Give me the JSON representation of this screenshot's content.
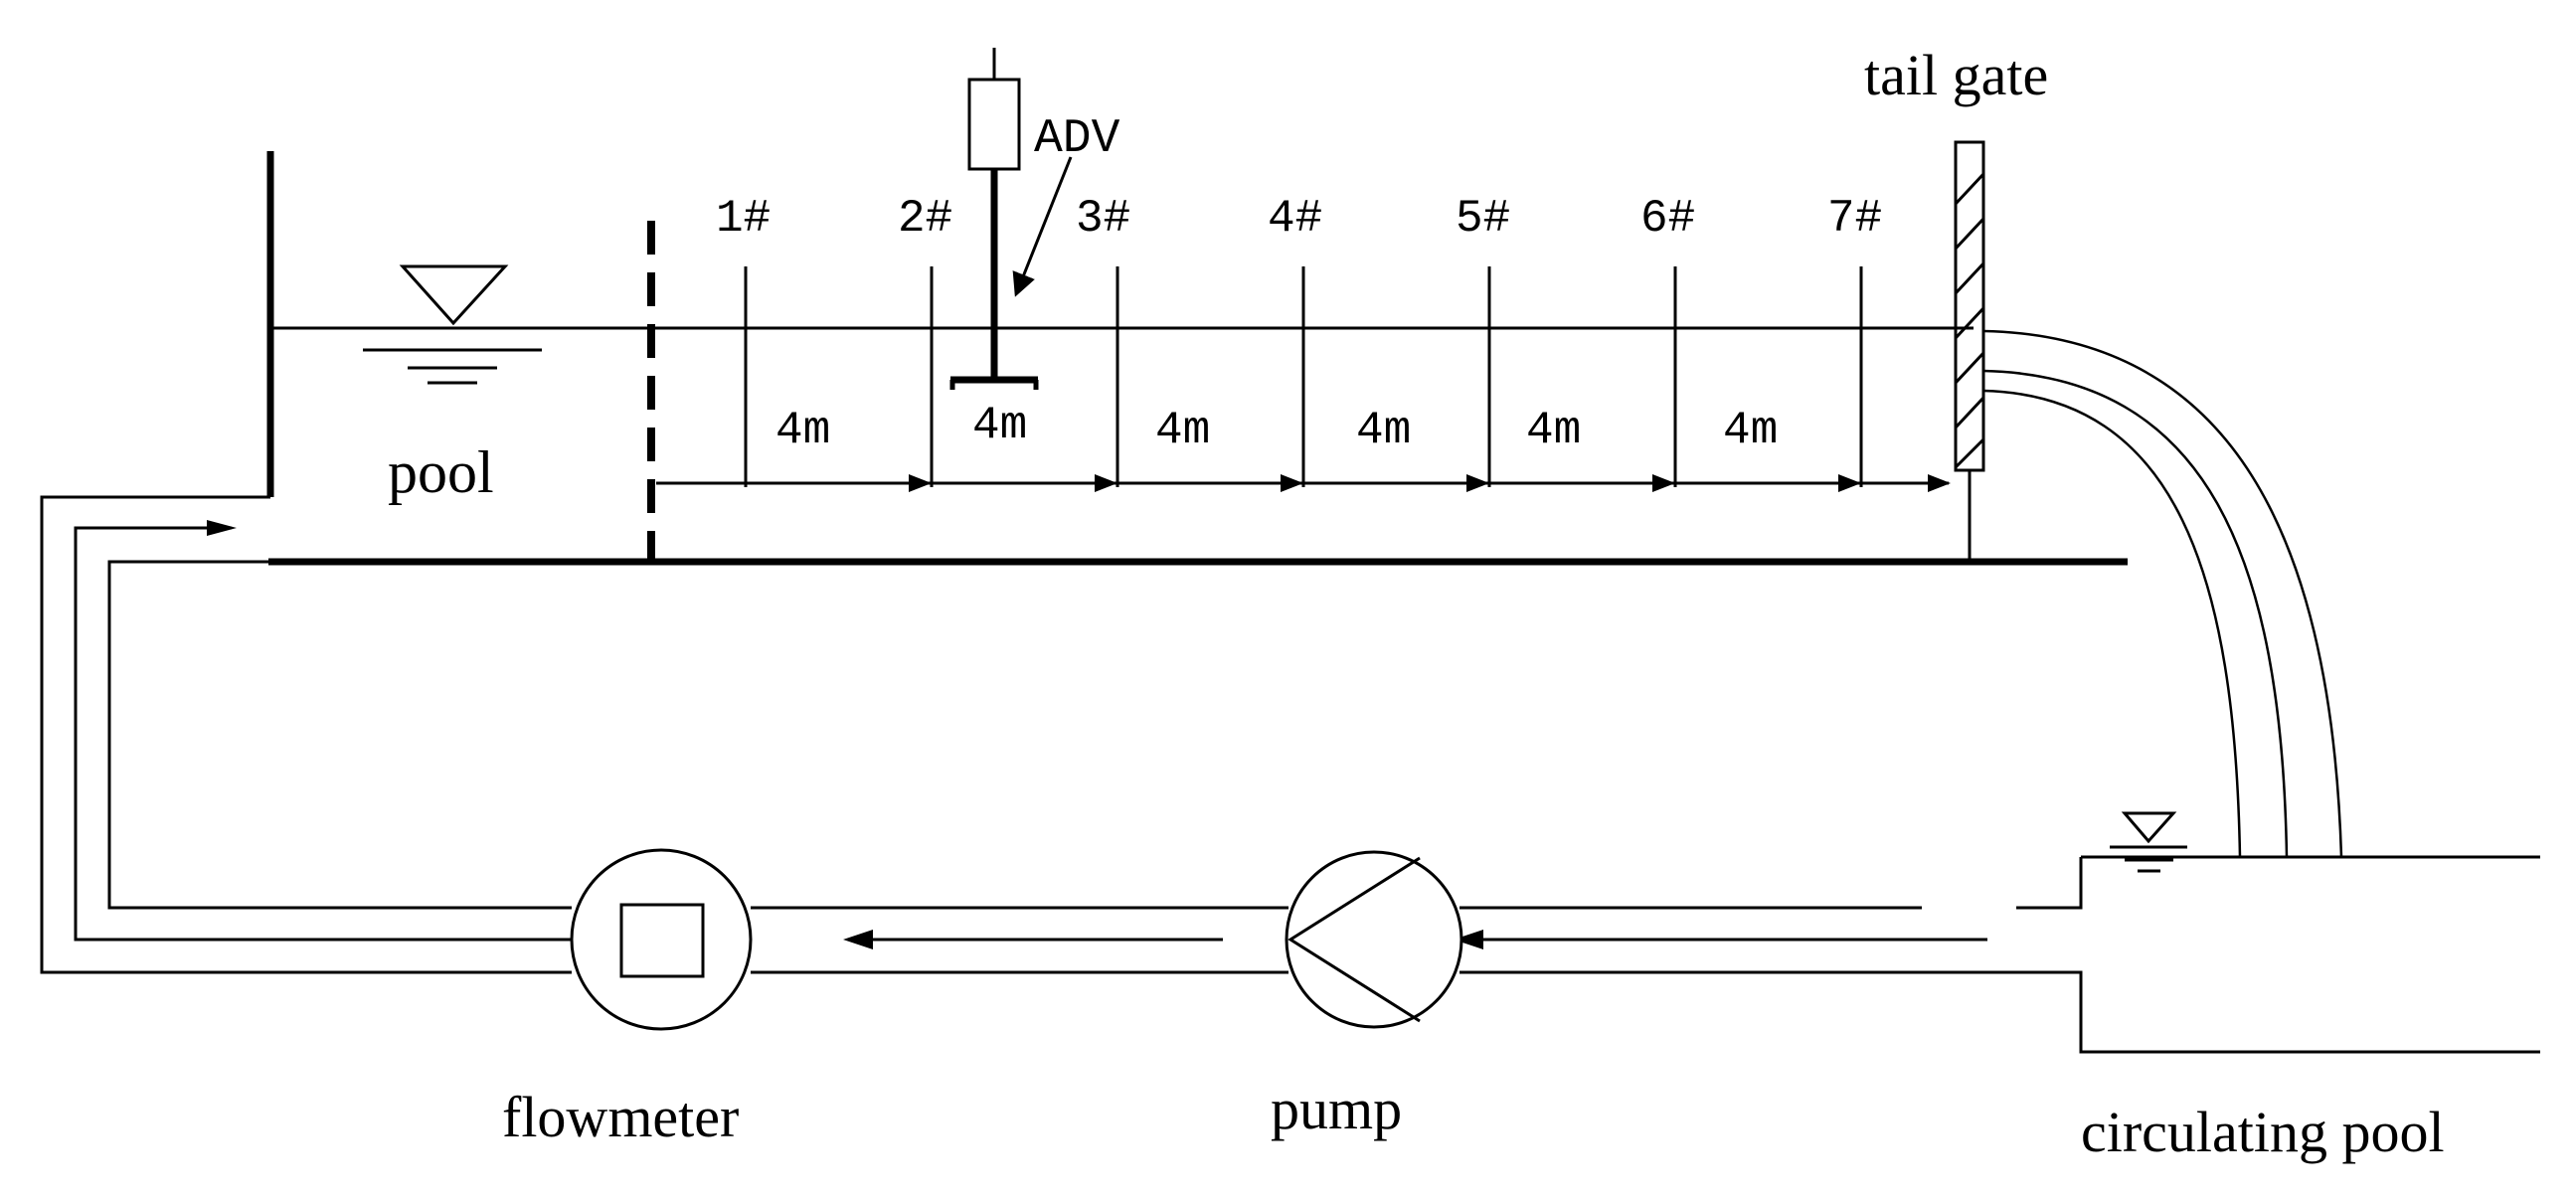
{
  "labels": {
    "tail_gate": "tail gate",
    "adv": "ADV",
    "pool": "pool",
    "flowmeter": "flowmeter",
    "pump": "pump",
    "circulating_pool": "circulating pool"
  },
  "sections": [
    "1#",
    "2#",
    "3#",
    "4#",
    "5#",
    "6#",
    "7#"
  ],
  "spacings": [
    "4m",
    "4m",
    "4m",
    "4m",
    "4m",
    "4m"
  ]
}
